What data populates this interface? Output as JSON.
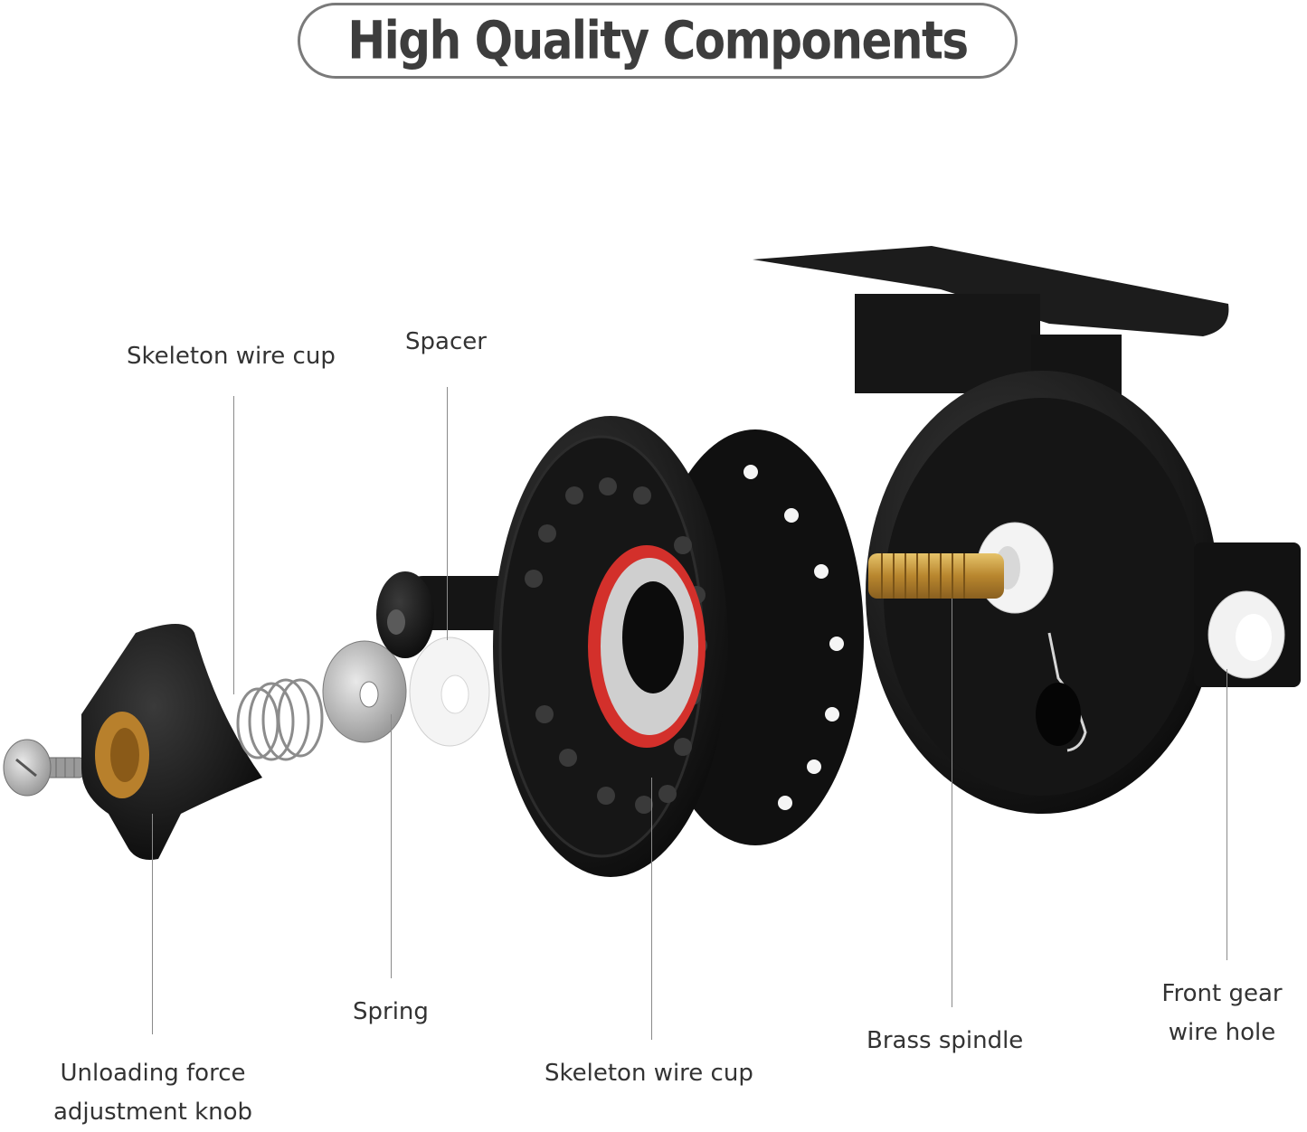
{
  "title": "High Quality Components",
  "colors": {
    "title_text": "#3d3d3d",
    "pill_border": "#7a7a7a",
    "label_text": "#333333",
    "part_black": "#141414",
    "brass": "#c9a24a",
    "nylon": "#f2f2f2",
    "steel": "#b9b9b9",
    "accent_red": "#d3302b"
  },
  "labels": {
    "skeleton_cup_top": "Skeleton wire cup",
    "spacer": "Spacer",
    "spring": "Spring",
    "unloading_knob_1": "Unloading force",
    "unloading_knob_2": "adjustment knob",
    "skeleton_cup_bottom": "Skeleton wire cup",
    "brass_spindle": "Brass spindle",
    "front_gear_1": "Front gear",
    "front_gear_2": "wire hole"
  }
}
